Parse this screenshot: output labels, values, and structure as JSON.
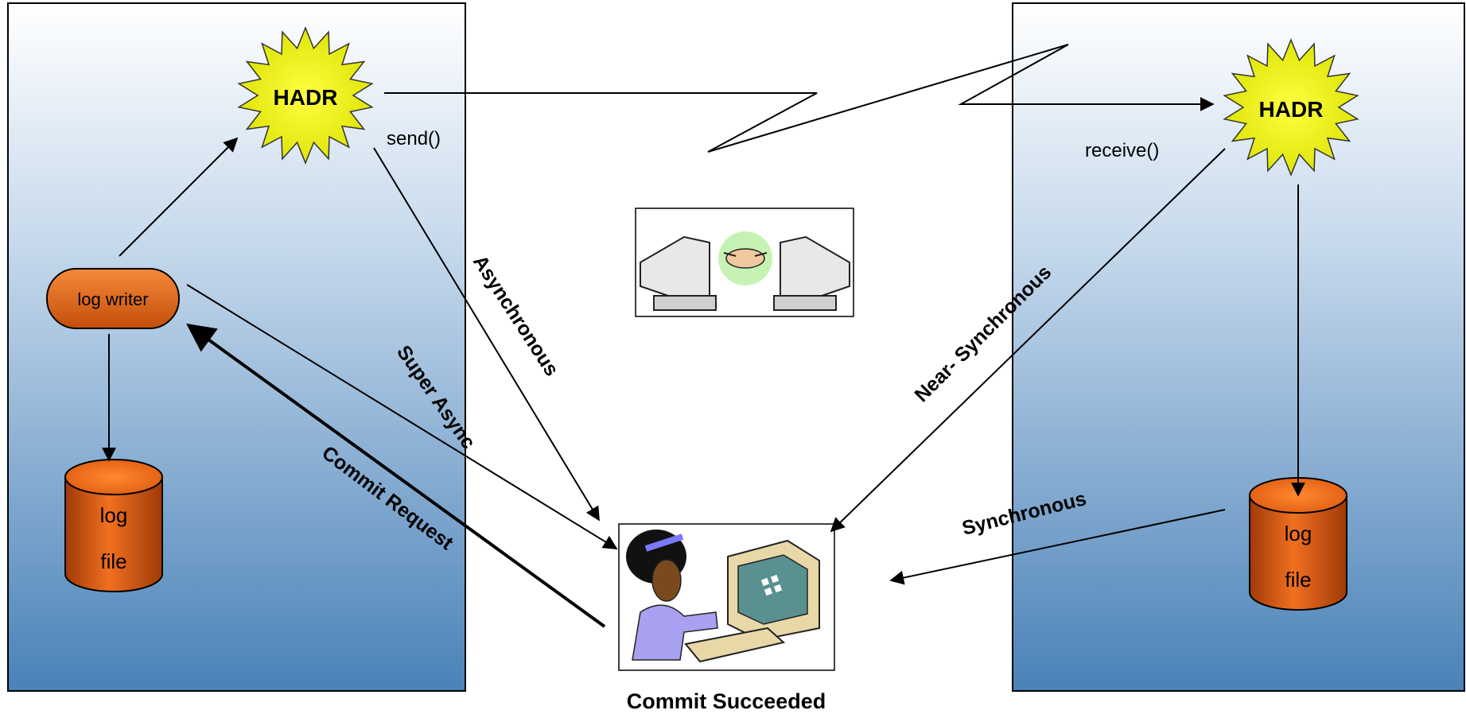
{
  "primary": {
    "hadr_label": "HADR",
    "send_label": "send()",
    "log_writer_label": "log writer",
    "log_file_line1": "log",
    "log_file_line2": "file"
  },
  "standby": {
    "hadr_label": "HADR",
    "receive_label": "receive()",
    "log_file_line1": "log",
    "log_file_line2": "file"
  },
  "modes": {
    "asynchronous": "Asynchronous",
    "super_async": "Super Async",
    "near_synchronous": "Near- Synchronous",
    "synchronous": "Synchronous"
  },
  "flows": {
    "commit_request": "Commit Request",
    "commit_succeeded": "Commit Succeeded"
  },
  "colors": {
    "panel_top": "#ffffff",
    "panel_bottom": "#4a82b8",
    "starburst_fill": "#e6ef00",
    "cylinder_fill": "#e06010",
    "pill_fill": "#e06010"
  }
}
